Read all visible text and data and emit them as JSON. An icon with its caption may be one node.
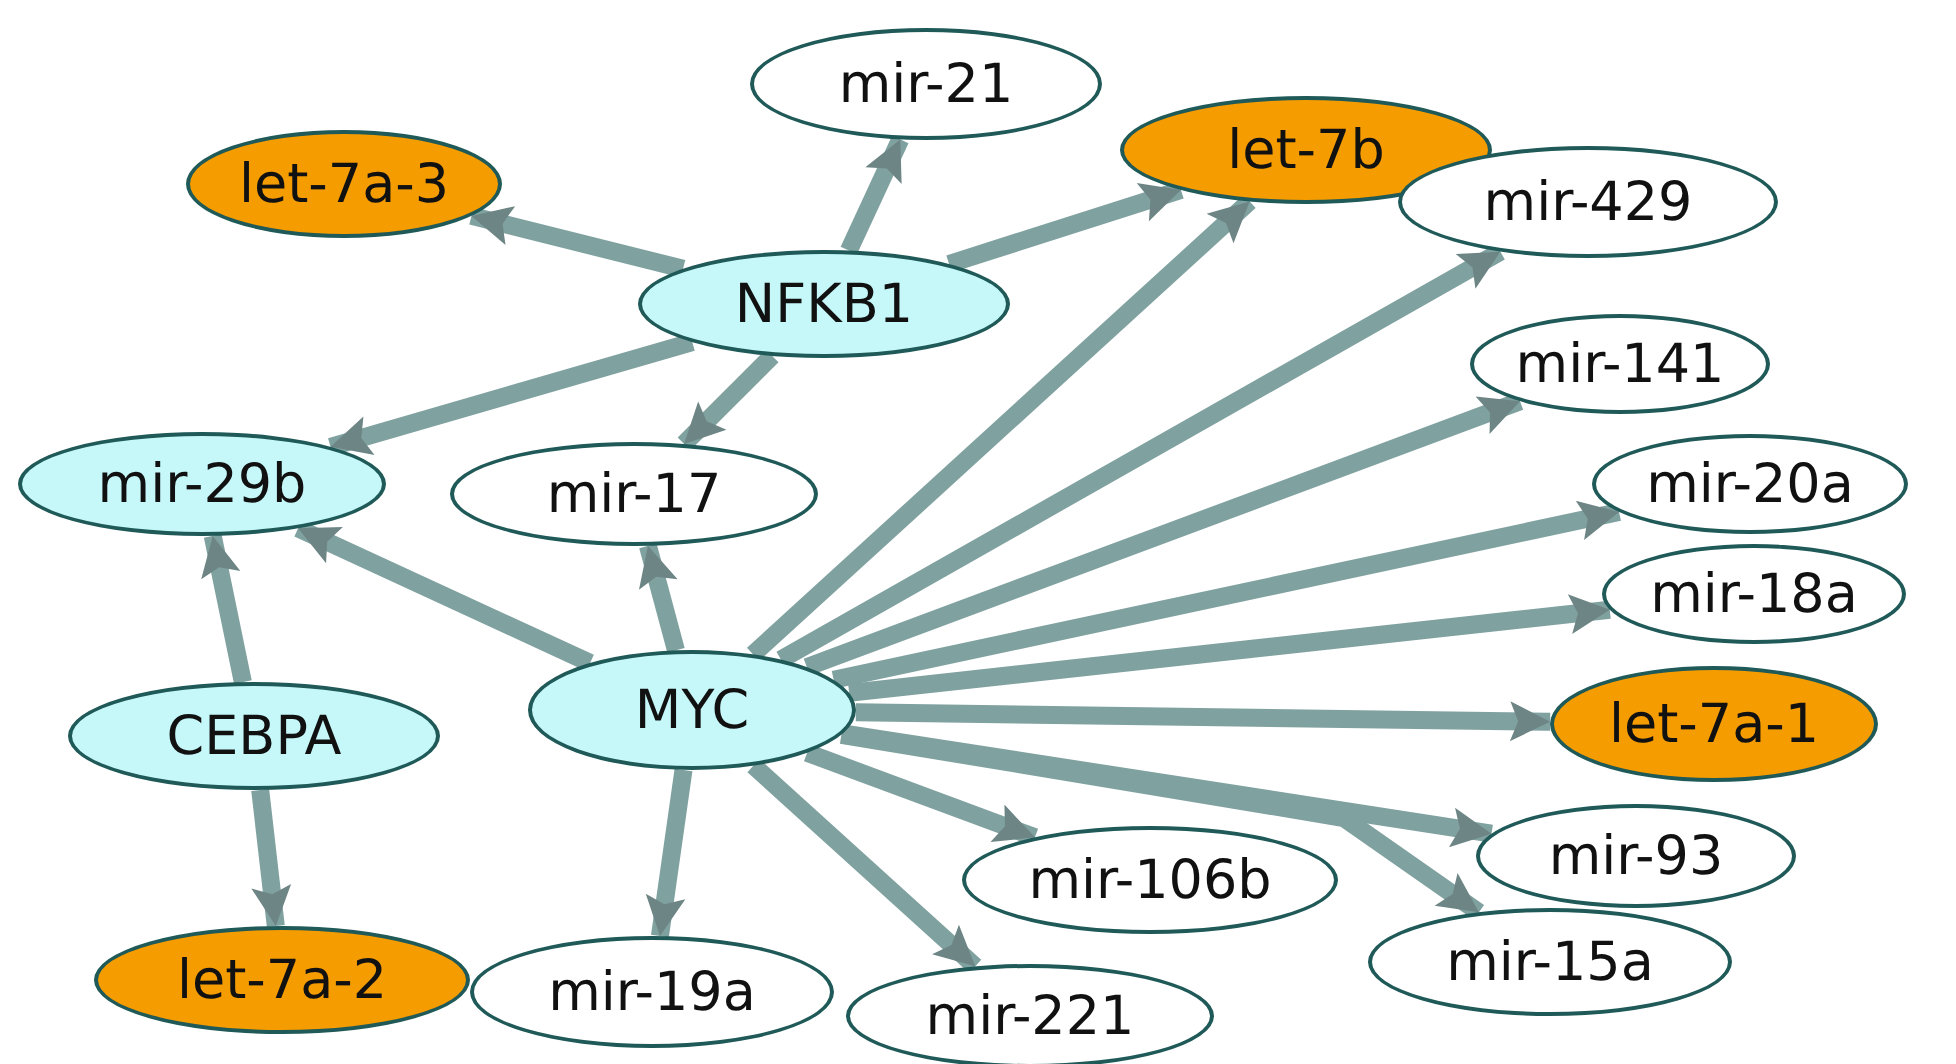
{
  "diagram": {
    "nodes": [
      {
        "text": [
          "mir-21"
        ]
      },
      {
        "text": [
          "let-7b"
        ]
      },
      {
        "text": [
          "let-7a-3"
        ]
      },
      {
        "text": [
          "mir-429"
        ]
      },
      {
        "text": [
          "NFKB1"
        ]
      },
      {
        "text": [
          "mir-141"
        ]
      },
      {
        "text": [
          "mir-29b"
        ]
      },
      {
        "text": [
          "mir-17"
        ]
      },
      {
        "text": [
          "mir-20a"
        ]
      },
      {
        "text": [
          "mir-18a"
        ]
      },
      {
        "text": [
          "MYC"
        ]
      },
      {
        "text": [
          "CEBPA"
        ]
      },
      {
        "text": [
          "let-7a-1"
        ]
      },
      {
        "text": [
          "mir-93"
        ]
      },
      {
        "text": [
          "mir-106b"
        ]
      },
      {
        "text": [
          "mir-15a"
        ]
      },
      {
        "text": [
          "let-7a-2"
        ]
      },
      {
        "text": [
          "mir-19a"
        ]
      },
      {
        "text": [
          "mir-221"
        ]
      }
    ],
    "edges": [
      {
        "from": 4,
        "to": 2,
        "arrow": "to"
      },
      {
        "from": 4,
        "to": 0,
        "arrow": "to"
      },
      {
        "from": 4,
        "to": 1,
        "arrow": "to"
      },
      {
        "from": 4,
        "to": 6,
        "arrow": "to"
      },
      {
        "from": 4,
        "to": 7,
        "arrow": "to"
      },
      {
        "from": 10,
        "to": 6,
        "arrow": "to"
      },
      {
        "from": 10,
        "to": 7,
        "arrow": "to"
      },
      {
        "from": 10,
        "to": 1,
        "arrow": "to"
      },
      {
        "from": 10,
        "to": 3,
        "arrow": "to"
      },
      {
        "from": 10,
        "to": 5,
        "arrow": "to"
      },
      {
        "from": 10,
        "to": 8,
        "arrow": "to"
      },
      {
        "from": 10,
        "to": 9,
        "arrow": "to"
      },
      {
        "from": 10,
        "to": 12,
        "arrow": "to"
      },
      {
        "from": 10,
        "to": 13,
        "arrow": "to"
      },
      {
        "from": 10,
        "to": 14,
        "arrow": "to"
      },
      {
        "from": 10,
        "to": 15,
        "arrow": "to"
      },
      {
        "from": 10,
        "to": 18,
        "arrow": "to"
      },
      {
        "from": 10,
        "to": 17,
        "arrow": "to"
      },
      {
        "from": 11,
        "to": 6,
        "arrow": "to"
      },
      {
        "from": 11,
        "to": 16,
        "arrow": "to"
      }
    ]
  }
}
